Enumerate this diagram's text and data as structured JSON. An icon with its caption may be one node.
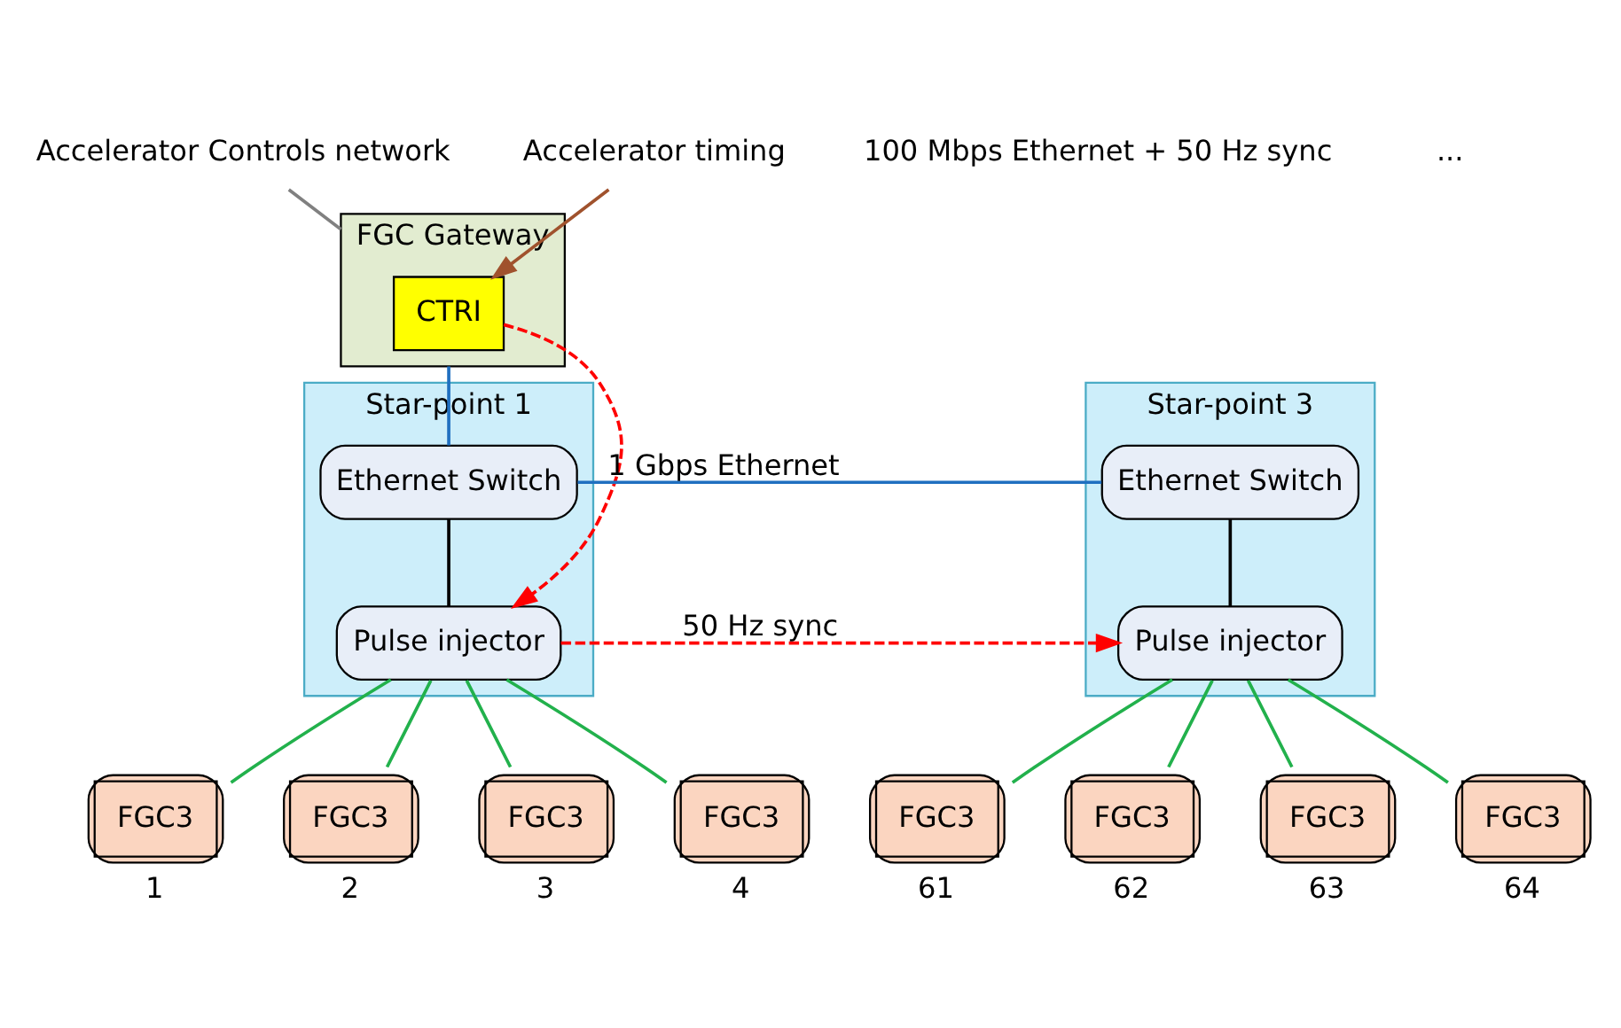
{
  "diagram": {
    "nodes": [
      {
        "text": [
          "Accelerator Controls network"
        ]
      },
      {
        "text": [
          "Accelerator timing"
        ]
      },
      {
        "text": [
          "FGC Gateway"
        ]
      },
      {
        "text": [
          "CTRI"
        ],
        "in": 2
      },
      {
        "text": [
          "Star-point 1"
        ]
      },
      {
        "text": [
          "Ethernet Switch"
        ],
        "in": 4
      },
      {
        "text": [
          "Pulse injector"
        ],
        "in": 4
      },
      {
        "text": [
          "Star-point 3"
        ]
      },
      {
        "text": [
          "Ethernet Switch"
        ],
        "in": 7
      },
      {
        "text": [
          "Pulse injector"
        ],
        "in": 7
      },
      {
        "text": [
          "FGC3"
        ],
        "beside": [
          "1"
        ]
      },
      {
        "text": [
          "FGC3"
        ],
        "beside": [
          "2"
        ]
      },
      {
        "text": [
          "FGC3"
        ],
        "beside": [
          "3"
        ]
      },
      {
        "text": [
          "FGC3"
        ],
        "beside": [
          "4"
        ]
      },
      {
        "text": [
          "FGC3"
        ],
        "beside": [
          "61"
        ]
      },
      {
        "text": [
          "FGC3"
        ],
        "beside": [
          "62"
        ]
      },
      {
        "text": [
          "FGC3"
        ],
        "beside": [
          "63"
        ]
      },
      {
        "text": [
          "FGC3"
        ],
        "beside": [
          "64"
        ]
      }
    ],
    "edges": [
      {
        "from": 0,
        "to": 2,
        "arrow": "none",
        "color": "#808080"
      },
      {
        "from": 1,
        "to": 3,
        "arrow": "to",
        "color": "#a0522d"
      },
      {
        "from": 2,
        "to": 5,
        "arrow": "none",
        "color": "#1f6fc0"
      },
      {
        "from": 3,
        "to": 6,
        "arrow": "to",
        "style": "dashed",
        "color": "#ff0000"
      },
      {
        "from": 5,
        "to": 8,
        "arrow": "none",
        "label": "1 Gbps Ethernet",
        "color": "#1f6fc0"
      },
      {
        "from": 6,
        "to": 9,
        "arrow": "to",
        "label": "50 Hz sync",
        "style": "dashed",
        "color": "#ff0000"
      },
      {
        "from": 5,
        "to": 6,
        "arrow": "none",
        "color": "#000000"
      },
      {
        "from": 8,
        "to": 9,
        "arrow": "none",
        "color": "#000000"
      },
      {
        "from": 6,
        "to": 10,
        "arrow": "none"
      },
      {
        "from": 6,
        "to": 11,
        "arrow": "none"
      },
      {
        "from": 6,
        "to": 12,
        "arrow": "none"
      },
      {
        "from": 6,
        "to": 13,
        "arrow": "none"
      },
      {
        "from": 9,
        "to": 14,
        "arrow": "none"
      },
      {
        "from": 9,
        "to": 15,
        "arrow": "none"
      },
      {
        "from": 9,
        "to": 16,
        "arrow": "none"
      },
      {
        "from": 9,
        "to": 17,
        "arrow": "none"
      }
    ],
    "labels": [
      "100 Mbps Ethernet + 50 Hz sync",
      "..."
    ]
  }
}
